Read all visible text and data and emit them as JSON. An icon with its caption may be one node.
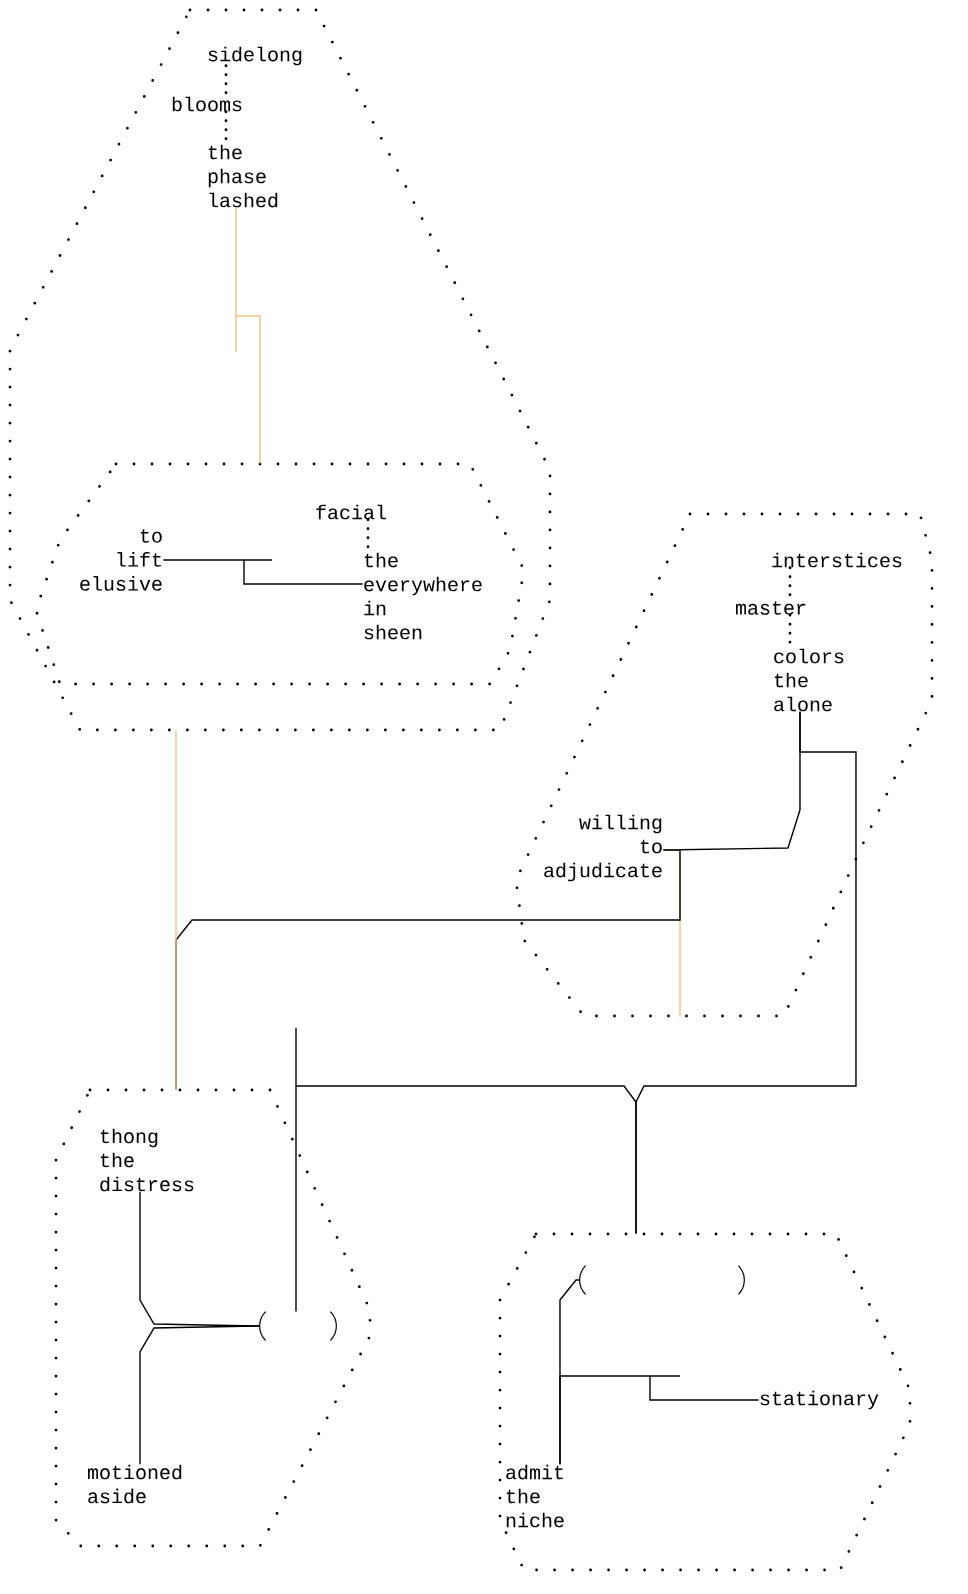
{
  "diagram": {
    "nodes": [
      {
        "text": [],
        "shape": "hexagon"
      },
      {
        "text": [
          "sidelong"
        ],
        "in": 0
      },
      {
        "text": [
          "blooms"
        ],
        "in": 0
      },
      {
        "text": [
          "the phase lashed"
        ],
        "in": 0
      },
      {
        "text": [],
        "shape": "octagon",
        "in": 0
      },
      {
        "text": [
          "facial"
        ],
        "in": 4
      },
      {
        "text": [
          "to lift elusive"
        ],
        "in": 4
      },
      {
        "text": [
          "the everywhere in sheen"
        ],
        "in": 4
      },
      {
        "text": [],
        "shape": "octagon"
      },
      {
        "text": [
          "interstices"
        ],
        "in": 8
      },
      {
        "text": [
          "master"
        ],
        "in": 8
      },
      {
        "text": [
          "colors the alone"
        ],
        "in": 8
      },
      {
        "text": [
          "willing to adjudicate"
        ],
        "in": 8
      },
      {
        "text": [],
        "shape": "hexagon"
      },
      {
        "text": [
          "thong the distress"
        ],
        "in": 13
      },
      {
        "text": [],
        "shape": "circle",
        "in": 13
      },
      {
        "text": [
          "motioned aside"
        ],
        "in": 13
      },
      {
        "text": [],
        "shape": "octagon"
      },
      {
        "text": [],
        "shape": "circle",
        "in": 17
      },
      {
        "text": [
          "stationary"
        ],
        "in": 17
      },
      {
        "text": [
          "admit the niche"
        ],
        "in": 17
      }
    ],
    "edges": [
      {
        "from": 1,
        "to": 2,
        "arrow": "none",
        "style": "dashed"
      },
      {
        "from": 2,
        "to": 3,
        "arrow": "none",
        "style": "dashed"
      },
      {
        "from": 3,
        "to": 4,
        "arrow": "none",
        "color": "#f2c27e"
      },
      {
        "from": 6,
        "to": 7,
        "arrow": "none"
      },
      {
        "from": 5,
        "to": 7,
        "arrow": "none",
        "style": "dashed"
      },
      {
        "from": 9,
        "to": 10,
        "arrow": "none",
        "style": "dashed"
      },
      {
        "from": 10,
        "to": 11,
        "arrow": "none",
        "style": "dashed"
      },
      {
        "from": 11,
        "to": 12,
        "arrow": "none"
      },
      {
        "from": 11,
        "to": 17,
        "arrow": "none"
      },
      {
        "from": 12,
        "to": 8,
        "arrow": "none",
        "color": "#f2c27e"
      },
      {
        "from": 12,
        "to": 13,
        "arrow": "none"
      },
      {
        "from": 0,
        "to": 13,
        "arrow": "none",
        "color": "#f2c27e"
      },
      {
        "from": 15,
        "to": 17,
        "arrow": "none"
      },
      {
        "from": 14,
        "to": 15,
        "arrow": "none"
      },
      {
        "from": 15,
        "to": 16,
        "arrow": "none"
      },
      {
        "from": 18,
        "to": 20,
        "arrow": "none"
      },
      {
        "from": 20,
        "to": 19,
        "arrow": "none"
      }
    ]
  }
}
